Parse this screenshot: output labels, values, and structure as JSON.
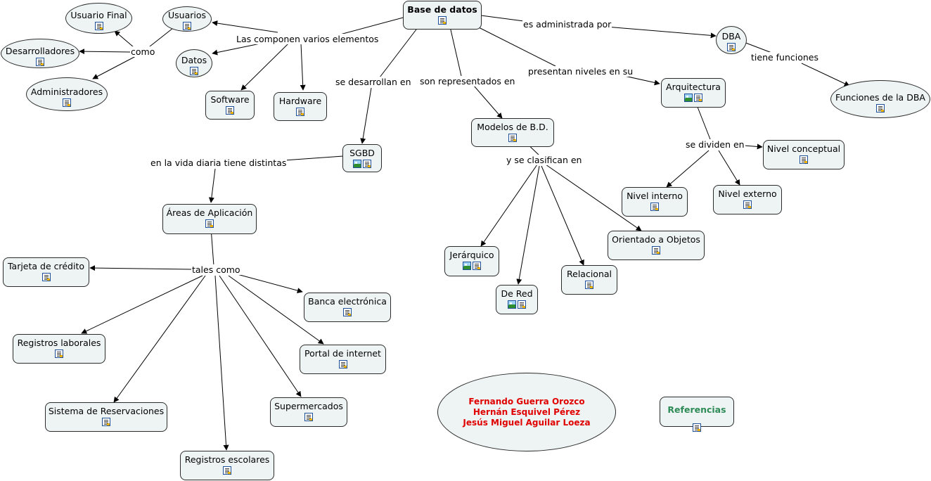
{
  "nodes": {
    "base_datos": "Base de datos",
    "usuarios": "Usuarios",
    "usuario_final": "Usuario Final",
    "desarrolladores": "Desarrolladores",
    "administradores": "Administradores",
    "datos": "Datos",
    "software": "Software",
    "hardware": "Hardware",
    "dba": "DBA",
    "funciones_dba": "Funciones de la DBA",
    "arquitectura": "Arquitectura",
    "nivel_conceptual": "Nivel conceptual",
    "nivel_interno": "Nivel interno",
    "nivel_externo": "Nivel externo",
    "modelos": "Modelos de B.D.",
    "jerarquico": "Jerárquico",
    "de_red": "De Red",
    "relacional": "Relacional",
    "orientado_objetos": "Orientado a Objetos",
    "sgbd": "SGBD",
    "areas": "Áreas de Aplicación",
    "tarjeta": "Tarjeta de crédito",
    "banca": "Banca electrónica",
    "registros_laborales": "Registros laborales",
    "portal": "Portal de internet",
    "sistema_reservaciones": "Sistema de Reservaciones",
    "supermercados": "Supermercados",
    "registros_escolares": "Registros escolares",
    "referencias": "Referencias"
  },
  "authors": [
    "Fernando Guerra Orozco",
    "Hernán Esquivel Pérez",
    "Jesús Miguel Aguilar Loeza"
  ],
  "links": {
    "componen": "Las componen varios elementos",
    "como": "como",
    "administrada": "es administrada por",
    "tiene_funciones": "tiene funciones",
    "desarrollan": "se desarrollan en",
    "representados": "son representados en",
    "niveles": "presentan niveles en su",
    "dividen": "se dividen en",
    "clasifican": "y se clasifican en",
    "vida_diaria": "en la vida diaria tiene distintas",
    "tales_como": "tales como"
  },
  "colors": {
    "node_fill": "#eef4f4",
    "authors_text": "#e00000",
    "referencias_text": "#2e8b57"
  },
  "icons": [
    "document-icon",
    "image-icon"
  ]
}
